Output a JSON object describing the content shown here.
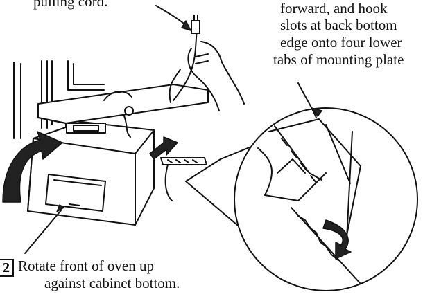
{
  "top_left_fragment": "pulling cord.",
  "right_instruction": {
    "step_number": "",
    "lines": [
      "forward, and hook",
      "slots at back bottom",
      "edge onto four lower",
      "tabs of mounting plate"
    ]
  },
  "bottom_instruction": {
    "step_number": "2",
    "line1": "Rotate front of oven up",
    "line2": "against cabinet bottom."
  },
  "colors": {
    "ink": "#111111",
    "paper": "#ffffff",
    "shade": "#d9d9d9",
    "arrow_fill": "#222222"
  }
}
